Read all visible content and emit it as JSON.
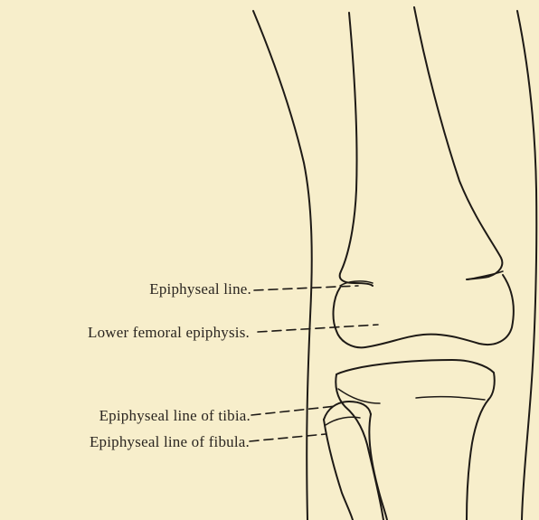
{
  "labels": {
    "epiphyseal_line": "Epiphyseal line.",
    "lower_femoral_epiphysis": "Lower femoral epiphysis.",
    "epiphyseal_line_tibia": "Epiphyseal line of tibia.",
    "epiphyseal_line_fibula": "Epiphyseal line of fibula."
  },
  "colors": {
    "background": "#f7eecb",
    "ink": "#1e1a16"
  }
}
